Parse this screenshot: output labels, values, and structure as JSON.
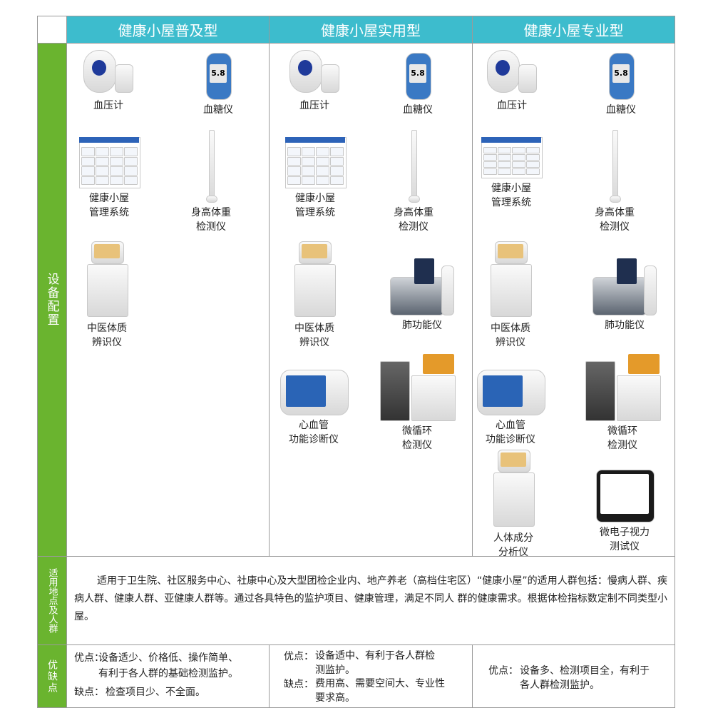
{
  "header": {
    "columns": [
      "健康小屋普及型",
      "健康小屋实用型",
      "健康小屋专业型"
    ]
  },
  "rows": {
    "equipment": "设备配置",
    "usage": "适用地点及人群",
    "pros_cons": "优缺点"
  },
  "equipment": [
    [
      {
        "name": "血压计",
        "icon": "blood-pressure-monitor"
      },
      {
        "name": "血糖仪",
        "icon": "glucose-meter"
      },
      {
        "name": "健康小屋\n管理系统",
        "icon": "management-software"
      },
      {
        "name": "身高体重\n检测仪",
        "icon": "height-weight-scale"
      },
      {
        "name": "中医体质\n辨识仪",
        "icon": "tcm-kiosk"
      }
    ],
    [
      {
        "name": "血压计",
        "icon": "blood-pressure-monitor"
      },
      {
        "name": "血糖仪",
        "icon": "glucose-meter"
      },
      {
        "name": "健康小屋\n管理系统",
        "icon": "management-software"
      },
      {
        "name": "身高体重\n检测仪",
        "icon": "height-weight-scale"
      },
      {
        "name": "中医体质\n辨识仪",
        "icon": "tcm-kiosk"
      },
      {
        "name": "肺功能仪",
        "icon": "spirometer"
      },
      {
        "name": "心血管\n功能诊断仪",
        "icon": "cardiovascular-analyzer"
      },
      {
        "name": "微循环\n检测仪",
        "icon": "microcirculation-station"
      }
    ],
    [
      {
        "name": "血压计",
        "icon": "blood-pressure-monitor"
      },
      {
        "name": "血糖仪",
        "icon": "glucose-meter"
      },
      {
        "name": "健康小屋\n管理系统",
        "icon": "management-software"
      },
      {
        "name": "身高体重\n检测仪",
        "icon": "height-weight-scale"
      },
      {
        "name": "中医体质\n辨识仪",
        "icon": "tcm-kiosk"
      },
      {
        "name": "肺功能仪",
        "icon": "spirometer"
      },
      {
        "name": "心血管\n功能诊断仪",
        "icon": "cardiovascular-analyzer"
      },
      {
        "name": "微循环\n检测仪",
        "icon": "microcirculation-station"
      },
      {
        "name": "人体成分\n分析仪",
        "icon": "body-composition-analyzer"
      },
      {
        "name": "微电子视力\n测试仪",
        "icon": "vision-tester"
      }
    ]
  ],
  "glucose_reading": "5.8",
  "usage_text": "适用于卫生院、社区服务中心、社康中心及大型团检企业内、地产养老（高档住宅区）“健康小屋”的适用人群包括：慢病人群、疾病人群、健康人群、亚健康人群等。通过各具特色的监护项目、健康管理，满足不同人 群的健康需求。根据体检指标数定制不同类型小屋。",
  "pros_cons": [
    {
      "pros_label": "优点：",
      "pros": "设备适少、价格低、操作简单、\n有利于各人群的基础检测监护。",
      "cons_label": "缺点：",
      "cons": "检查项目少、不全面。"
    },
    {
      "pros_label": "优点：",
      "pros": "设备适中、有利于各人群检\n测监护。",
      "cons_label": "缺点：",
      "cons": "费用高、需要空间大、专业性\n要求高。"
    },
    {
      "pros_label": "优点：",
      "pros": "设备多、检测项目全，有利于\n各人群检测监护。"
    }
  ],
  "colors": {
    "header": "#3dbccd",
    "side": "#6ab42f",
    "border": "#9a9a9a"
  }
}
